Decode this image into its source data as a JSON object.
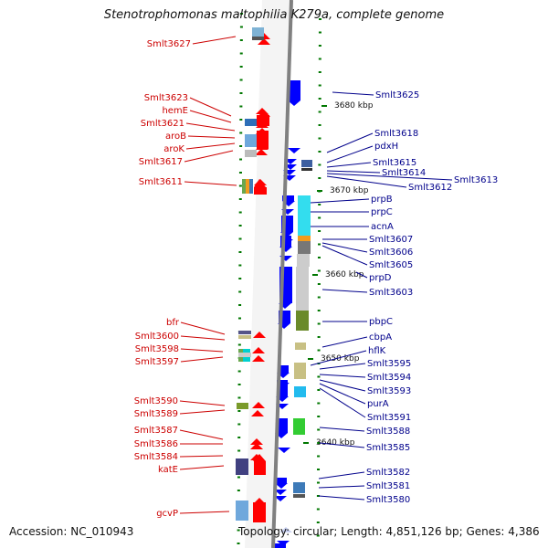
{
  "title": "Stenotrophomonas maltophilia K279a, complete genome",
  "footer": {
    "accession": "Accession: NC_010943",
    "summary": "Topology: circular; Length: 4,851,126 bp; Genes: 4,386"
  },
  "colors": {
    "reverse_label": "#cc0000",
    "forward_label": "#00008b",
    "reverse_arrow": "#ff0000",
    "forward_arrow": "#0000ff",
    "backbone": "#808080",
    "tick": "#007700"
  },
  "kbp_labels": [
    "3680 kbp",
    "3670 kbp",
    "3660 kbp",
    "3650 kbp",
    "3640 kbp"
  ],
  "left_labels": [
    {
      "text": "Smlt3627"
    },
    {
      "text": "Smlt3623"
    },
    {
      "text": "hemE"
    },
    {
      "text": "Smlt3621"
    },
    {
      "text": "aroB"
    },
    {
      "text": "aroK"
    },
    {
      "text": "Smlt3617"
    },
    {
      "text": "Smlt3611"
    },
    {
      "text": "bfr"
    },
    {
      "text": "Smlt3600"
    },
    {
      "text": "Smlt3598"
    },
    {
      "text": "Smlt3597"
    },
    {
      "text": "Smlt3590"
    },
    {
      "text": "Smlt3589"
    },
    {
      "text": "Smlt3587"
    },
    {
      "text": "Smlt3586"
    },
    {
      "text": "Smlt3584"
    },
    {
      "text": "katE"
    },
    {
      "text": "gcvP"
    }
  ],
  "right_labels": [
    {
      "text": "Smlt3625"
    },
    {
      "text": "Smlt3618"
    },
    {
      "text": "pdxH"
    },
    {
      "text": "Smlt3615"
    },
    {
      "text": "Smlt3614"
    },
    {
      "text": "Smlt3613"
    },
    {
      "text": "Smlt3612"
    },
    {
      "text": "prpB"
    },
    {
      "text": "prpC"
    },
    {
      "text": "acnA"
    },
    {
      "text": "Smlt3607"
    },
    {
      "text": "Smlt3606"
    },
    {
      "text": "Smlt3605"
    },
    {
      "text": "prpD"
    },
    {
      "text": "Smlt3603"
    },
    {
      "text": "pbpC"
    },
    {
      "text": "cbpA"
    },
    {
      "text": "hflK"
    },
    {
      "text": "Smlt3595"
    },
    {
      "text": "Smlt3594"
    },
    {
      "text": "Smlt3593"
    },
    {
      "text": "purA"
    },
    {
      "text": "Smlt3591"
    },
    {
      "text": "Smlt3588"
    },
    {
      "text": "Smlt3585"
    },
    {
      "text": "Smlt3582"
    },
    {
      "text": "Smlt3581"
    },
    {
      "text": "Smlt3580"
    }
  ]
}
